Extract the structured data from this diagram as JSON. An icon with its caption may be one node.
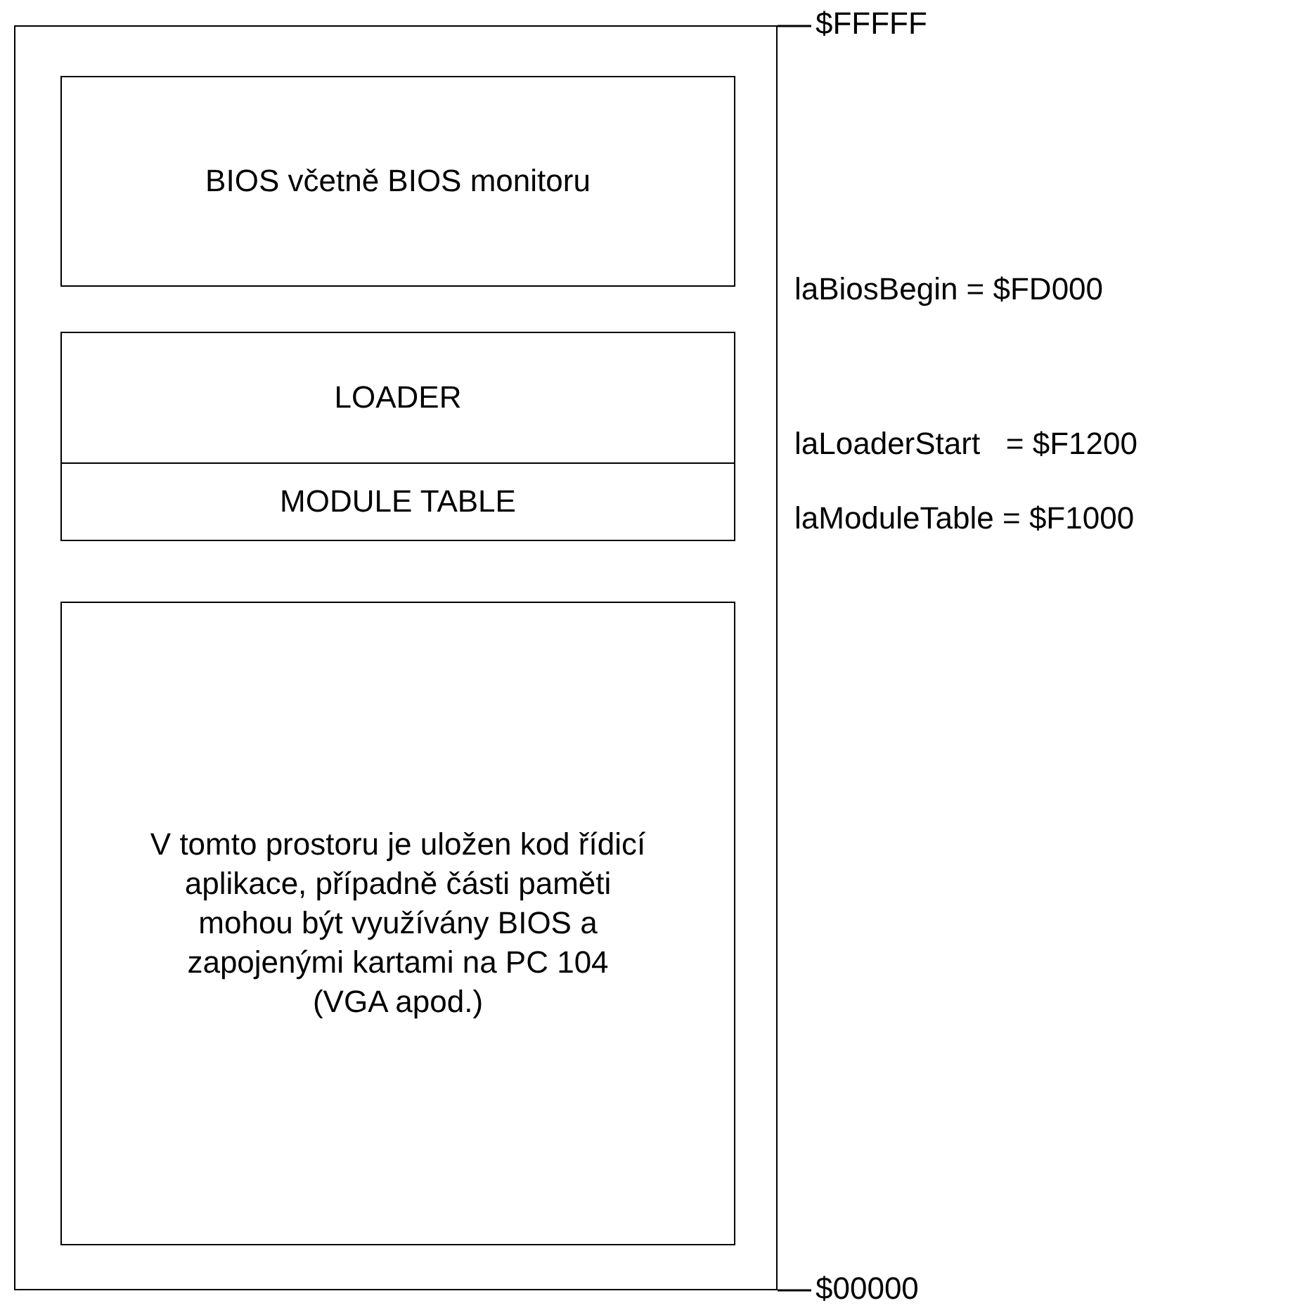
{
  "diagram": {
    "nodes": [
      {
        "text": [],
        "shape": "box"
      },
      {
        "text": [
          "BIOS včetně BIOS monitoru"
        ],
        "in": 0
      },
      {
        "text": [
          "LOADER"
        ],
        "in": 0
      },
      {
        "text": [
          "MODULE TABLE"
        ],
        "in": 0
      },
      {
        "text": [
          "V tomto prostoru je uložen kod řídicí aplikace, případně části paměti mohou být využívány BIOS a zapojenými kartami na PC 104 (VGA apod.)"
        ],
        "in": 0
      }
    ],
    "labels": [
      "$FFFFF",
      "laBiosBegin = $FD000",
      "laLoaderStart   = $F1200",
      "laModuleTable = $F1000",
      "$00000"
    ]
  }
}
